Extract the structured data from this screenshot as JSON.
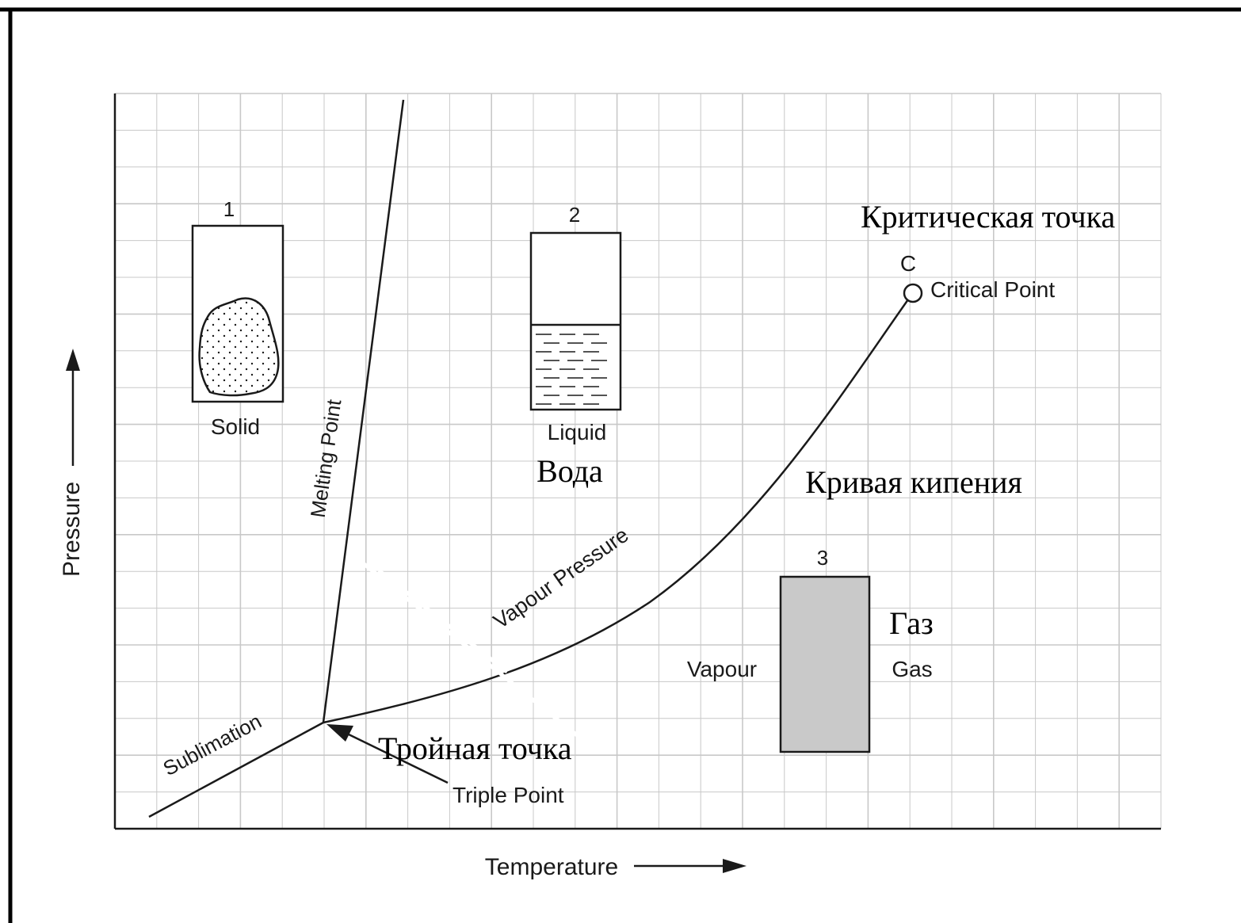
{
  "colors": {
    "ink": "#1a1a1a",
    "grid": "#c8c8c8",
    "gas_fill": "#c9c9c9",
    "page": "#ffffff"
  },
  "axes": {
    "x_label": "Temperature",
    "y_label": "Pressure",
    "arrow_icon": "arrow-icon"
  },
  "curves": {
    "melting": "Melting Point",
    "vapour": "Vapour Pressure",
    "sublimation": "Sublimation"
  },
  "points": {
    "critical_letter": "C",
    "critical_label": "Critical Point",
    "critical_label_ru": "Критическая точка",
    "triple_label": "Triple Point",
    "triple_label_ru": "Тройная точка"
  },
  "containers": [
    {
      "number": "1",
      "label": "Solid",
      "label_ru": ""
    },
    {
      "number": "2",
      "label": "Liquid",
      "label_ru": "Вода"
    },
    {
      "number": "3",
      "label": "Vapour",
      "label2": "Gas",
      "label_ru": "Газ"
    }
  ],
  "annotations": {
    "boiling_curve_ru": "Кривая кипения"
  }
}
